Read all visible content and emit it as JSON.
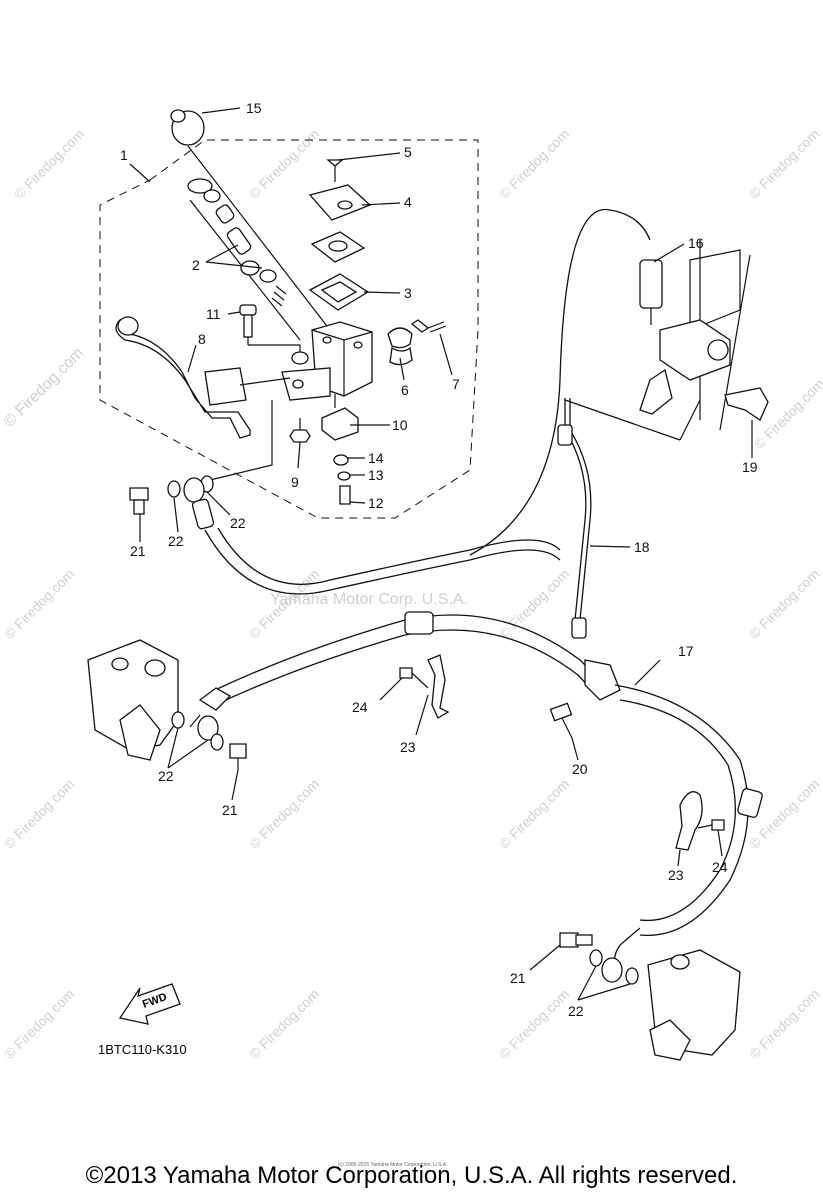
{
  "diagram": {
    "code": "1BTC110-K310",
    "fwd_label": "FWD",
    "center_watermark": "Yamaha Motor Corp. U.S.A.",
    "site_watermark": "© Firedog.com",
    "tiny_text": "(c) 2005-2015 Yamaha Motor Corporation, U.S.A."
  },
  "callouts": {
    "c1": "1",
    "c2": "2",
    "c3": "3",
    "c4": "4",
    "c5": "5",
    "c6": "6",
    "c7": "7",
    "c8": "8",
    "c9": "9",
    "c10": "10",
    "c11": "11",
    "c12": "12",
    "c13": "13",
    "c14": "14",
    "c15": "15",
    "c16": "16",
    "c17": "17",
    "c18": "18",
    "c19": "19",
    "c20": "20",
    "c21a": "21",
    "c21b": "21",
    "c21c": "21",
    "c22a": "22",
    "c22b": "22",
    "c22c": "22",
    "c22d": "22",
    "c23a": "23",
    "c23b": "23",
    "c24a": "24",
    "c24b": "24"
  },
  "footer": {
    "copyright": "©2013 Yamaha Motor Corporation, U.S.A. All rights reserved."
  }
}
